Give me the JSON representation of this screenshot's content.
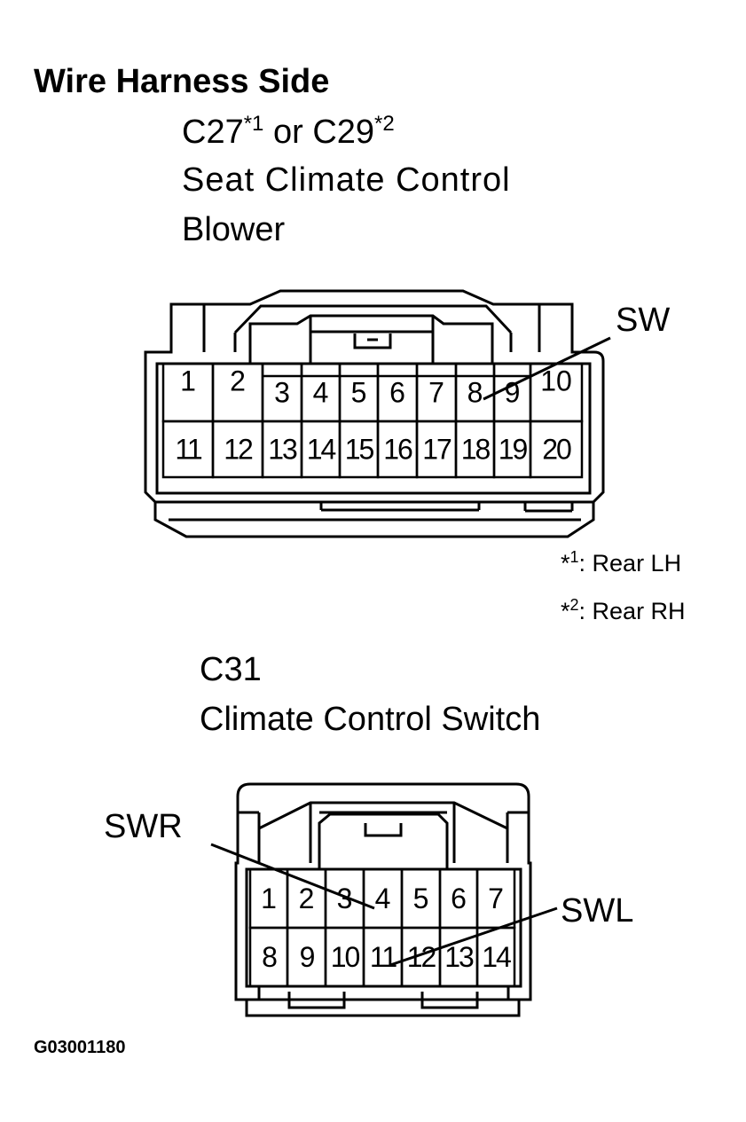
{
  "heading": "Wire Harness Side",
  "connector1": {
    "code_a": "C27",
    "sup_a": "*1",
    "joiner": " or ",
    "code_b": "C29",
    "sup_b": "*2",
    "name_line1": "Seat Climate Control",
    "name_line2": "Blower",
    "top_row": [
      "1",
      "2",
      "3",
      "4",
      "5",
      "6",
      "7",
      "8",
      "9",
      "10"
    ],
    "bottom_row": [
      "11",
      "12",
      "13",
      "14",
      "15",
      "16",
      "17",
      "18",
      "19",
      "20"
    ],
    "callout": "SW"
  },
  "notes": [
    {
      "mark": "*",
      "sup": "1",
      "text": ": Rear LH"
    },
    {
      "mark": "*",
      "sup": "2",
      "text": ": Rear RH"
    }
  ],
  "connector2": {
    "code": "C31",
    "name": "Climate Control Switch",
    "top_row": [
      "1",
      "2",
      "3",
      "4",
      "5",
      "6",
      "7"
    ],
    "bottom_row": [
      "8",
      "9",
      "10",
      "11",
      "12",
      "13",
      "14"
    ],
    "callout_left": "SWR",
    "callout_right": "SWL"
  },
  "figure_code": "G03001180"
}
